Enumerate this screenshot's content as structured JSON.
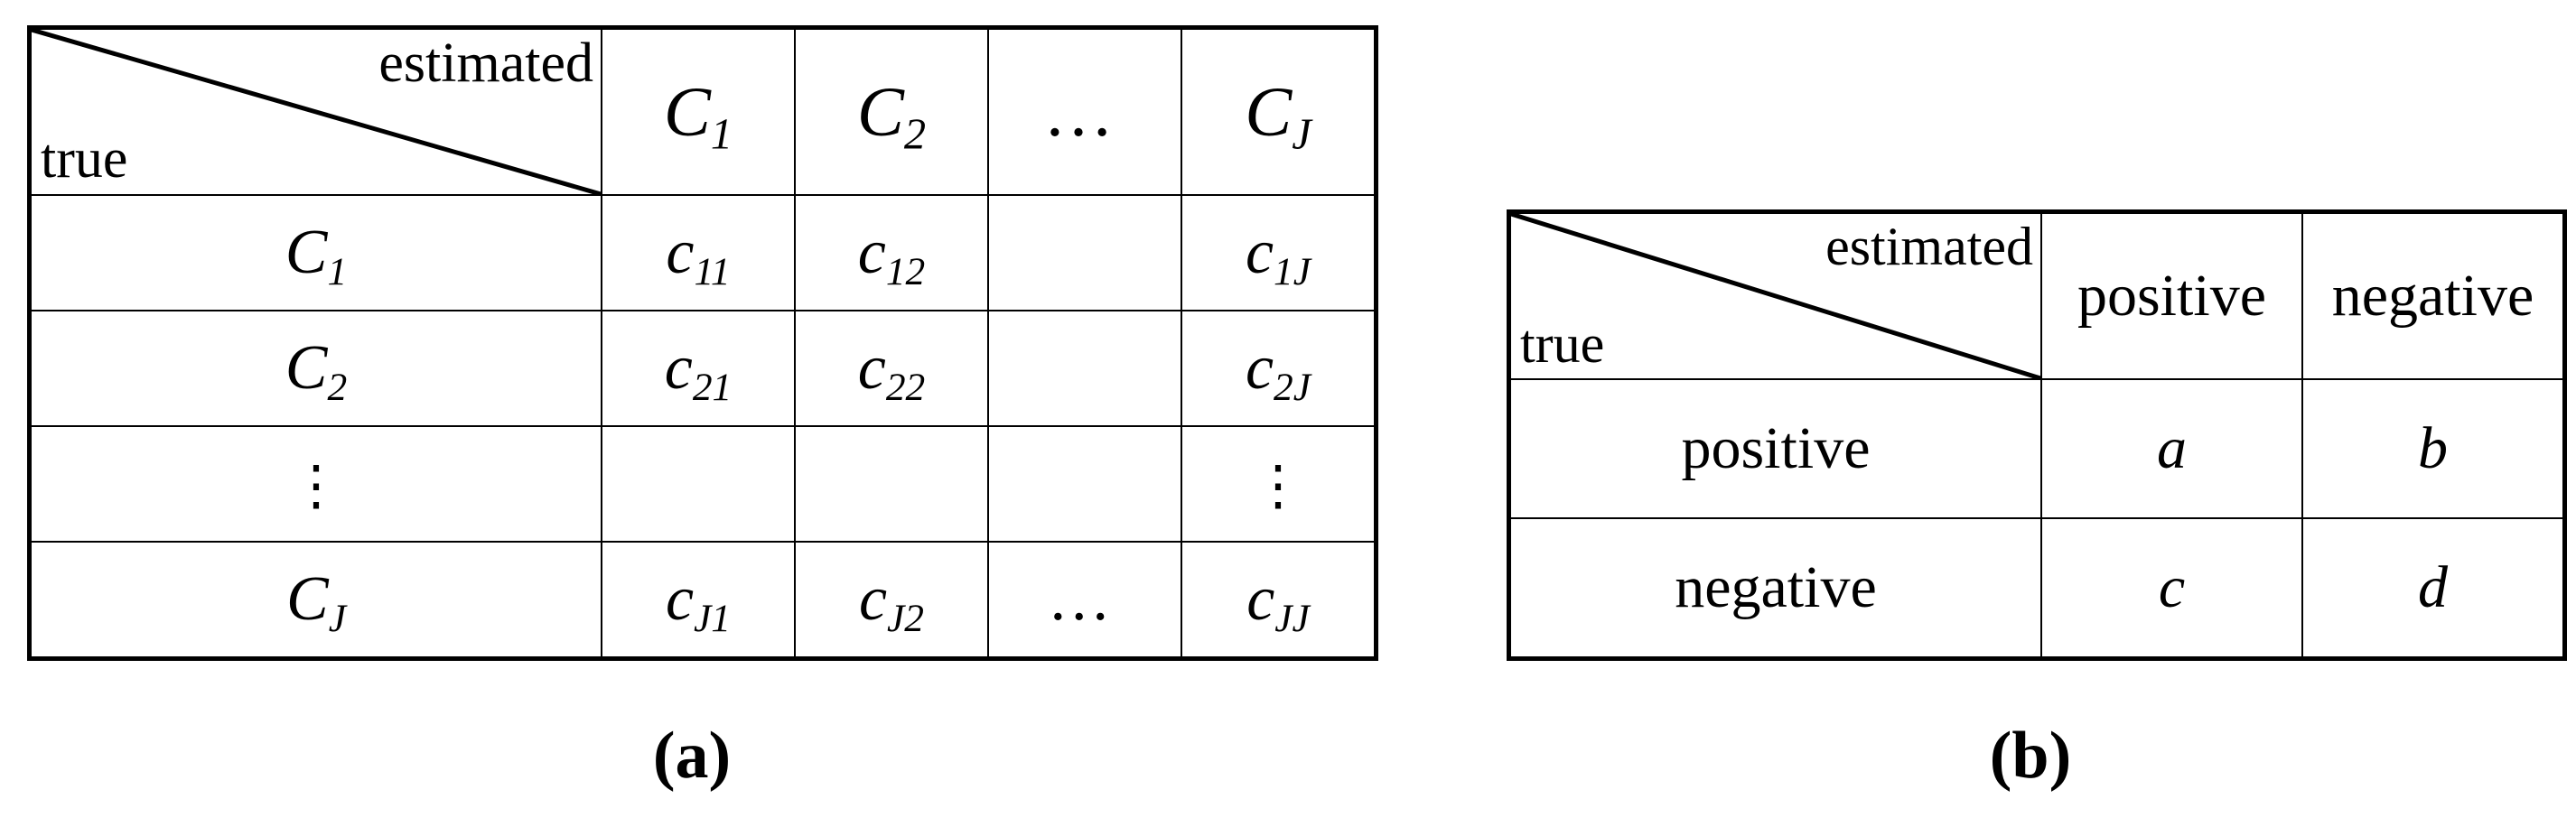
{
  "figure": {
    "panels": [
      {
        "id": "a",
        "caption": "(a)",
        "corner": {
          "estimated_label": "estimated",
          "true_label": "true"
        },
        "column_headers": [
          "C₁",
          "C₂",
          "…",
          "Cⱼ"
        ],
        "column_headers_parts": [
          {
            "base": "C",
            "sub": "1"
          },
          {
            "base": "C",
            "sub": "2"
          },
          {
            "base": "…",
            "sub": ""
          },
          {
            "base": "C",
            "sub": "J"
          }
        ],
        "rows": [
          {
            "header": {
              "base": "C",
              "sub": "1"
            },
            "cells": [
              {
                "base": "c",
                "sub": "11"
              },
              {
                "base": "c",
                "sub": "12"
              },
              {
                "base": "",
                "sub": ""
              },
              {
                "base": "c",
                "sub": "1J"
              }
            ]
          },
          {
            "header": {
              "base": "C",
              "sub": "2"
            },
            "cells": [
              {
                "base": "c",
                "sub": "21"
              },
              {
                "base": "c",
                "sub": "22"
              },
              {
                "base": "",
                "sub": ""
              },
              {
                "base": "c",
                "sub": "2J"
              }
            ]
          },
          {
            "header": {
              "base": "⋮",
              "sub": ""
            },
            "cells": [
              {
                "base": "",
                "sub": ""
              },
              {
                "base": "",
                "sub": ""
              },
              {
                "base": "",
                "sub": ""
              },
              {
                "base": "⋮",
                "sub": ""
              }
            ]
          },
          {
            "header": {
              "base": "C",
              "sub": "J"
            },
            "cells": [
              {
                "base": "c",
                "sub": "J1"
              },
              {
                "base": "c",
                "sub": "J2"
              },
              {
                "base": "…",
                "sub": ""
              },
              {
                "base": "c",
                "sub": "JJ"
              }
            ]
          }
        ]
      },
      {
        "id": "b",
        "caption": "(b)",
        "corner": {
          "estimated_label": "estimated",
          "true_label": "true"
        },
        "column_headers": [
          "positive",
          "negative"
        ],
        "rows": [
          {
            "header": "positive",
            "cells": [
              "a",
              "b"
            ]
          },
          {
            "header": "negative",
            "cells": [
              "c",
              "d"
            ]
          }
        ]
      }
    ]
  },
  "colors": {
    "background": "#ffffff",
    "ink": "#000000",
    "rule": "#000000"
  }
}
